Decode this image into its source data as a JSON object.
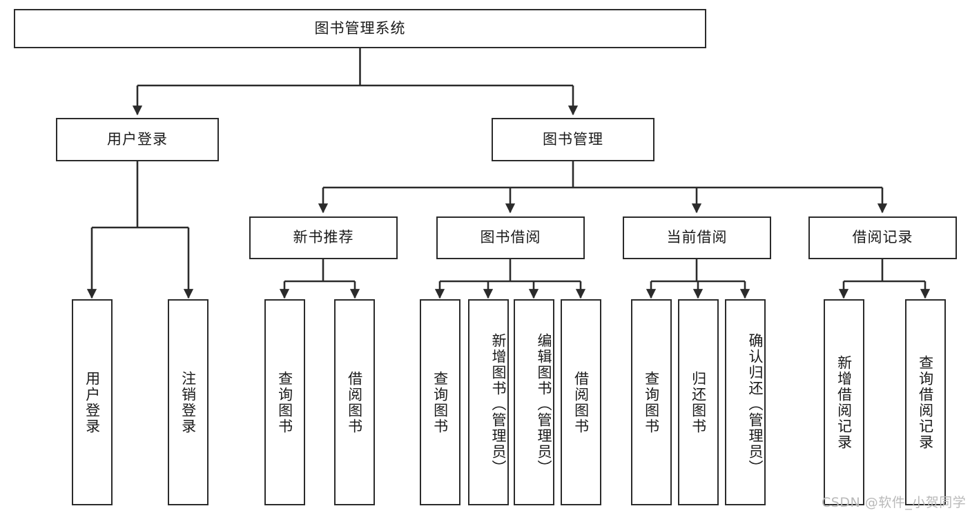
{
  "diagram": {
    "title": "图书管理系统",
    "type": "tree-hierarchy",
    "nodes": {
      "root": {
        "label": "图书管理系统"
      },
      "level2": [
        {
          "id": "user-login",
          "label": "用户登录"
        },
        {
          "id": "book-manage",
          "label": "图书管理"
        }
      ],
      "level3": [
        {
          "id": "new-book-recommend",
          "label": "新书推荐"
        },
        {
          "id": "book-borrow",
          "label": "图书借阅"
        },
        {
          "id": "current-borrow",
          "label": "当前借阅"
        },
        {
          "id": "borrow-record",
          "label": "借阅记录"
        }
      ],
      "leaves": {
        "user-login": [
          {
            "id": "leaf-user-login",
            "label": "用户登录"
          },
          {
            "id": "leaf-logout-login",
            "label": "注销登录"
          }
        ],
        "new-book-recommend": [
          {
            "id": "leaf-query-book-1",
            "label": "查询图书"
          },
          {
            "id": "leaf-borrow-book-1",
            "label": "借阅图书"
          }
        ],
        "book-borrow": [
          {
            "id": "leaf-query-book-2",
            "label": "查询图书"
          },
          {
            "id": "leaf-add-book-admin",
            "label": "新增图书（管理员）"
          },
          {
            "id": "leaf-edit-book-admin",
            "label": "编辑图书（管理员）"
          },
          {
            "id": "leaf-borrow-book-2",
            "label": "借阅图书"
          }
        ],
        "current-borrow": [
          {
            "id": "leaf-query-book-3",
            "label": "查询图书"
          },
          {
            "id": "leaf-return-book",
            "label": "归还图书"
          },
          {
            "id": "leaf-confirm-return-admin",
            "label": "确认归还（管理员）"
          }
        ],
        "borrow-record": [
          {
            "id": "leaf-add-borrow-record",
            "label": "新增借阅记录"
          },
          {
            "id": "leaf-query-borrow-record",
            "label": "查询借阅记录"
          }
        ]
      }
    },
    "watermark": "CSDN @软件_小贺同学",
    "colors": {
      "border": "#2b2b2b",
      "text": "#1a1a1a",
      "background": "#ffffff",
      "watermark": "#b9b9b9"
    }
  }
}
